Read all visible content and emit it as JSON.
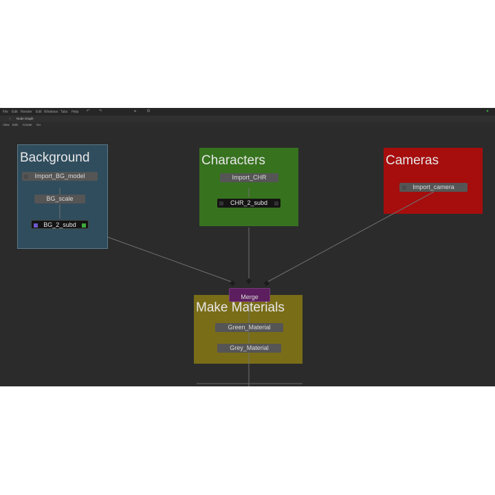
{
  "menubar": {
    "menus": [
      "File",
      "Edit",
      "Render",
      "Edit",
      "Windows",
      "Tabs",
      "Help"
    ],
    "right_text": "",
    "toolbar_icons": [
      "undo-icon",
      "redo-icon",
      "play-icon",
      "settings-icon"
    ]
  },
  "tabs": [
    "Node Graph",
    "",
    "",
    "",
    "",
    ""
  ],
  "submenu": [
    "View",
    "Edit",
    "Create",
    "Go"
  ],
  "backdrops": {
    "background": {
      "title": "Background",
      "color": "#2f4d5d"
    },
    "characters": {
      "title": "Characters",
      "color": "#37721f"
    },
    "cameras": {
      "title": "Cameras",
      "color": "#a60d0d"
    },
    "make_materials": {
      "title": "Make Materials",
      "color": "#7a6d18"
    }
  },
  "nodes": {
    "import_bg_model": "Import_BG_model",
    "bg_scale": "BG_scale",
    "bg_2_subd": "BG_2_subd",
    "import_chr": "Import_CHR",
    "chr_2_subd": "CHR_2_subd",
    "import_camera": "Import_camera",
    "merge": "Merge",
    "green_material": "Green_Material",
    "grey_material": "Grey_Material"
  },
  "colors": {
    "graph_bg": "#2b2b2b",
    "node": "#555555",
    "merge": "#5c1e5e",
    "wire": "#707070",
    "flag_purple": "#6a5acd",
    "flag_green": "#3caa3c"
  }
}
